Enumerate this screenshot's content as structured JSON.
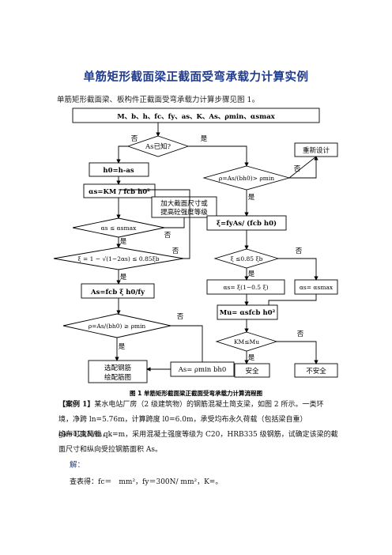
{
  "title": "单筋矩形截面梁正截面受弯承载力计算实例",
  "intro": "单筋矩形截面梁、板构件正截面受弯承载力计算步骤见图 1。",
  "flowchart": {
    "inputs": "M、b、h、fc、fy、as、K、As、ρmin、αsmax",
    "dec_as_known": "As已知?",
    "no": "否",
    "yes": "是",
    "h0_calc": "h0=h-as",
    "alpha_s_calc": "αs=KM / fcb h0²",
    "enlarge_note_1": "加大截面尺寸或",
    "enlarge_note_2": "提高砼强度等级",
    "dec_alpha_s": "αs ≤ αsmax",
    "dec_xi": "ξ = 1 − √(1−2αs) ≤ 0.85ξb",
    "as_calc": "As=fcb ξ h0/fy",
    "dec_rho": "ρ=As/(bh0) ≥ ρmin",
    "draw_rebar_1": "选配钢筋",
    "draw_rebar_2": "绘配筋图",
    "as_min": "As= ρmin bh0",
    "redesign": "重新设计",
    "dec_rho_right": "ρ=As/(bh0)> ρmin",
    "xi_calc": "ξ=fyAs/ (fcb h0)",
    "dec_xi_right": "ξ ≤0.85 ξb",
    "alpha_s_xi": "αs= ξ(1−0.5 ξ)",
    "alpha_s_max": "αs= αsmax",
    "mu_calc": "Mu= αsfcb h0²",
    "dec_km": "KM≤Mu",
    "safe": "安全",
    "unsafe": "不安全"
  },
  "caption": "图 1 单筋矩形截面梁正截面受弯承载力计算流程图",
  "case_label": "【案例 1】",
  "case_text_1": "某水电站厂房（2 级建筑物）的钢筋混凝土简支梁，如图 2 所示。一类环",
  "case_text_2": "境，净跨 ln=5.76m，计算跨度 l0=6.0m，承受均布永久荷载（包括梁自重）gk=12kN/m，",
  "case_text_3": "均布可变荷载 qk=m，采用混凝土强度等级为 C20，HRB335 级钢筋，试确定该梁的截",
  "case_text_4": "面尺寸和纵向受拉钢筋面积 As。",
  "solution": "解：",
  "lookup": "查表得：fc＝　mm²，fy＝300N/ mm²，K=。"
}
